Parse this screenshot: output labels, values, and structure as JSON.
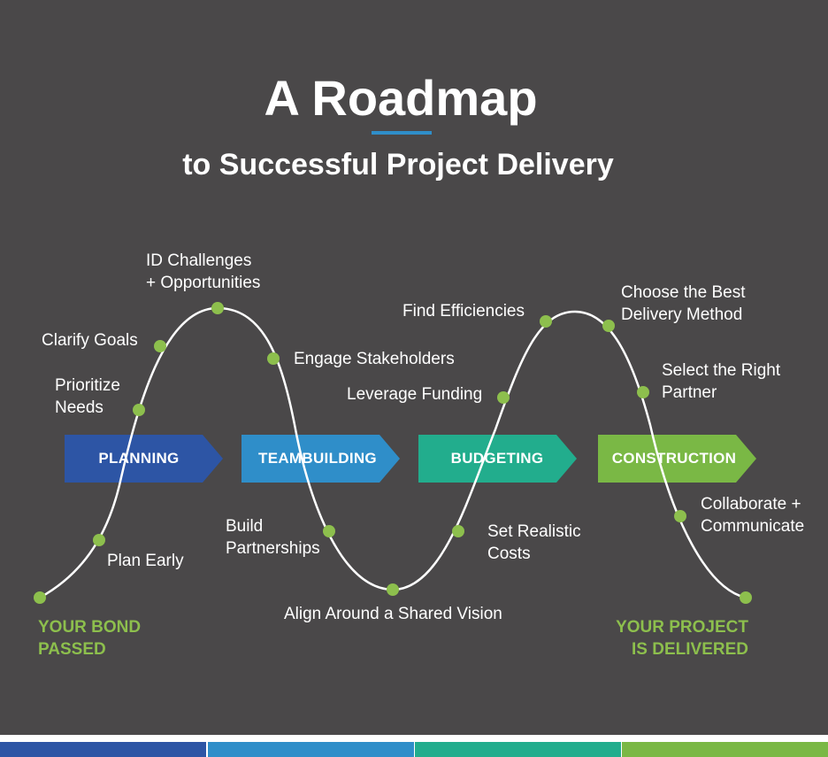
{
  "title": "A Roadmap",
  "subtitle": "to Successful Project Delivery",
  "phases": [
    {
      "label": "PLANNING",
      "color": "#2d55a5"
    },
    {
      "label": "TEAMBUILDING",
      "color": "#2f8ec9"
    },
    {
      "label": "BUDGETING",
      "color": "#22ad8d"
    },
    {
      "label": "CONSTRUCTION",
      "color": "#7ab845"
    }
  ],
  "steps": {
    "plan_early": "Plan Early",
    "prioritize_needs": [
      "Prioritize",
      "Needs"
    ],
    "clarify_goals": "Clarify Goals",
    "id_challenges": [
      "ID Challenges",
      "+ Opportunities"
    ],
    "engage_stakeholders": "Engage Stakeholders",
    "build_partnerships": [
      "Build",
      "Partnerships"
    ],
    "align_vision": "Align Around a Shared Vision",
    "set_costs": [
      "Set Realistic",
      "Costs"
    ],
    "leverage_funding": "Leverage Funding",
    "find_efficiencies": "Find Efficiencies",
    "choose_method": [
      "Choose the Best",
      "Delivery Method"
    ],
    "select_partner": [
      "Select the Right",
      "Partner"
    ],
    "collaborate": [
      "Collaborate +",
      "Communicate"
    ]
  },
  "start_label": [
    "YOUR BOND",
    "PASSED"
  ],
  "end_label": [
    "YOUR PROJECT",
    "IS DELIVERED"
  ],
  "colors": {
    "background": "#4a4849",
    "dot": "#8dbf4d",
    "accent_rule": "#2f8ec9",
    "end_label": "#8dbf4d"
  }
}
